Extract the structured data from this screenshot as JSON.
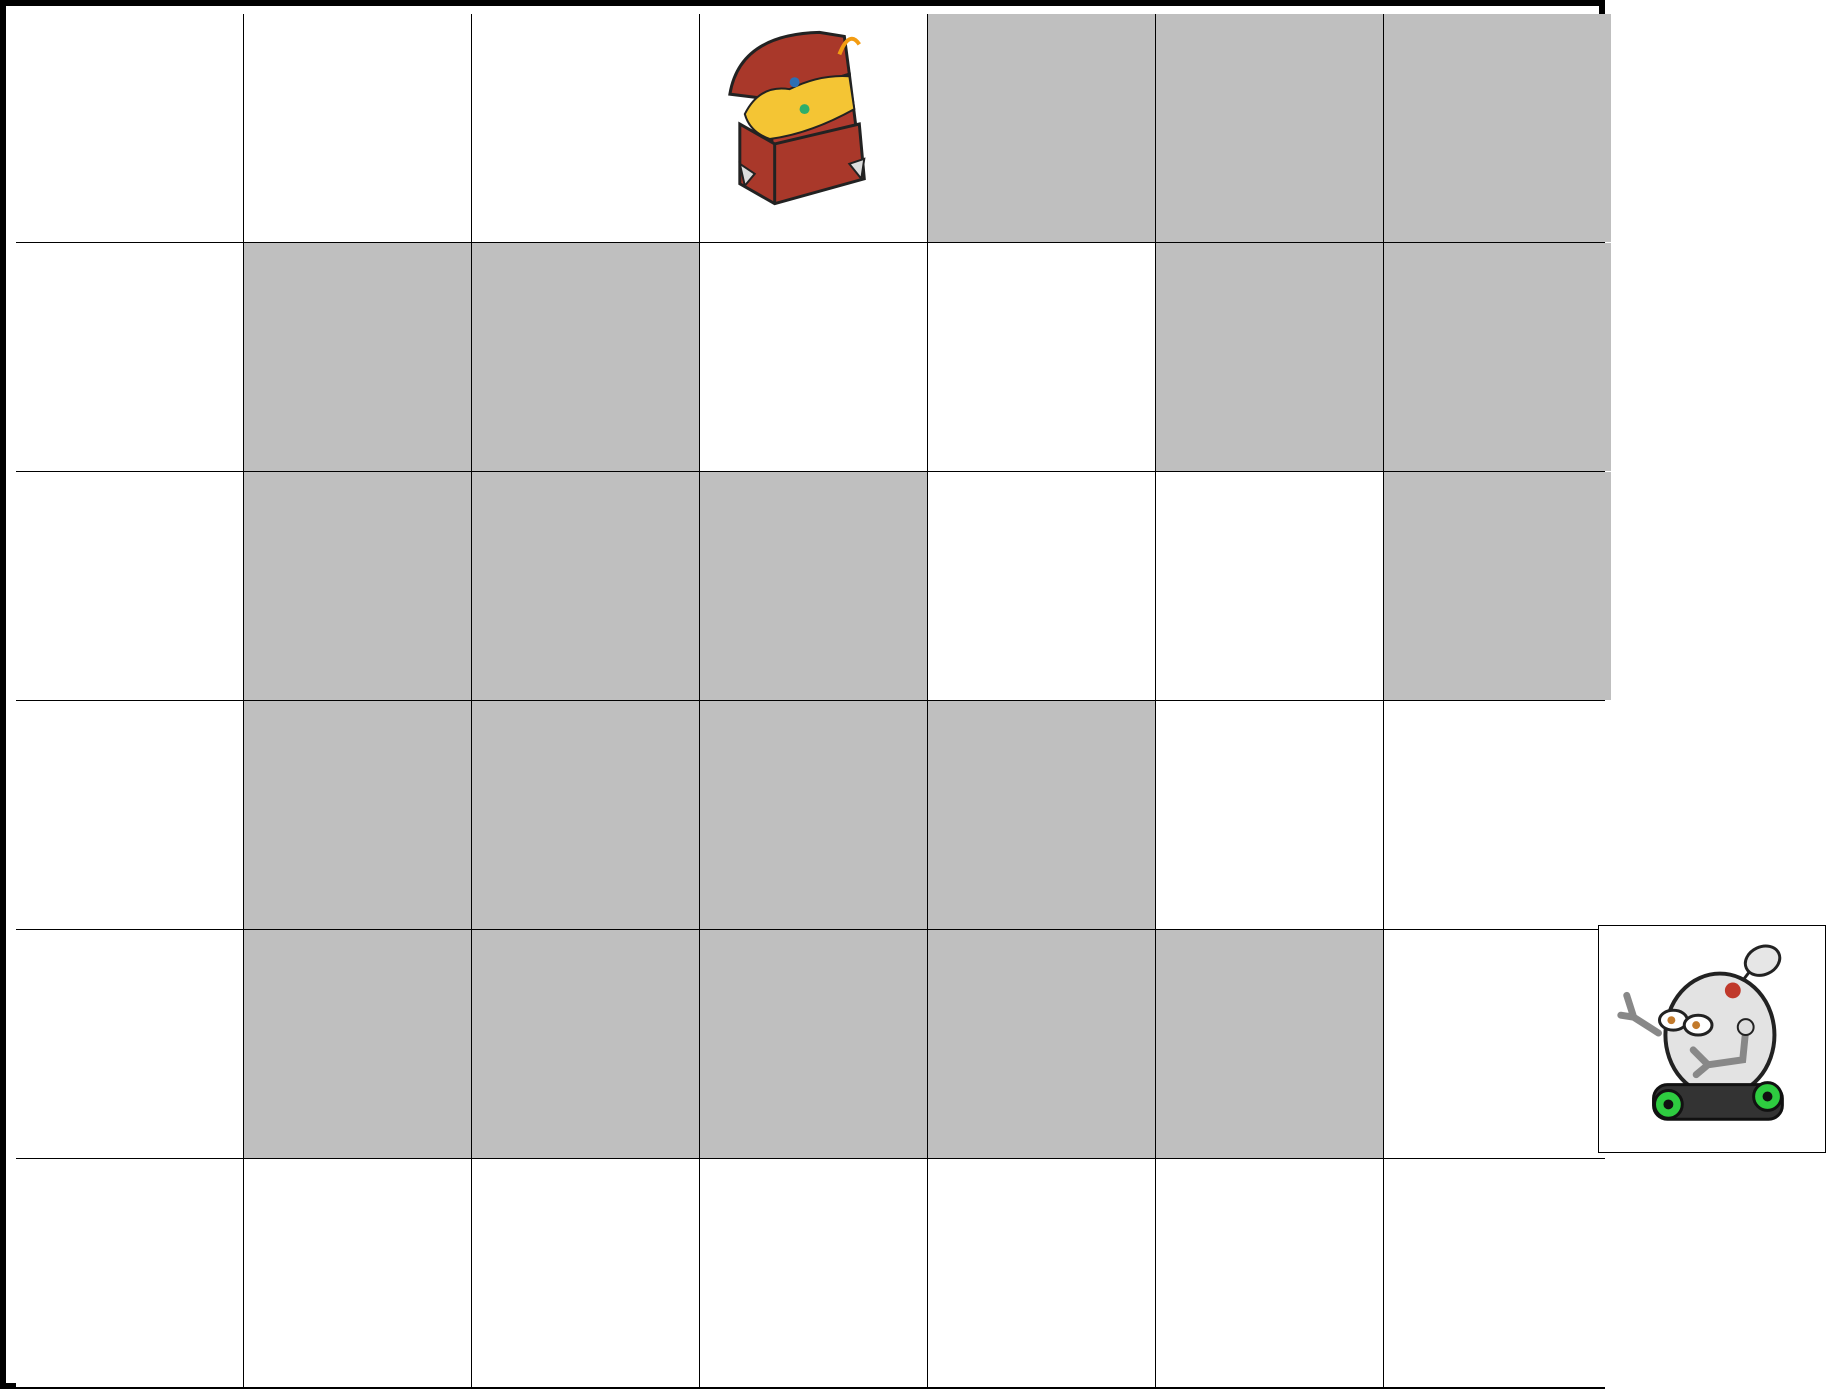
{
  "board": {
    "rows": 6,
    "cols": 7,
    "shaded_color": "#bfbfbf",
    "empty_color": "#ffffff",
    "grid": [
      [
        0,
        0,
        0,
        2,
        1,
        1,
        1
      ],
      [
        0,
        1,
        1,
        0,
        0,
        1,
        1
      ],
      [
        0,
        1,
        1,
        1,
        0,
        0,
        1
      ],
      [
        0,
        1,
        1,
        1,
        1,
        0,
        0
      ],
      [
        0,
        1,
        1,
        1,
        1,
        1,
        0
      ],
      [
        0,
        0,
        0,
        0,
        0,
        0,
        0
      ]
    ],
    "cell_legend": {
      "0": "empty",
      "1": "shaded-obstacle",
      "2": "treasure-chest"
    }
  },
  "pieces": {
    "treasure": {
      "icon": "treasure-chest-icon",
      "row": 0,
      "col": 3
    },
    "robot": {
      "icon": "robot-icon",
      "row": 4,
      "col": 7,
      "outside_board": true
    }
  }
}
